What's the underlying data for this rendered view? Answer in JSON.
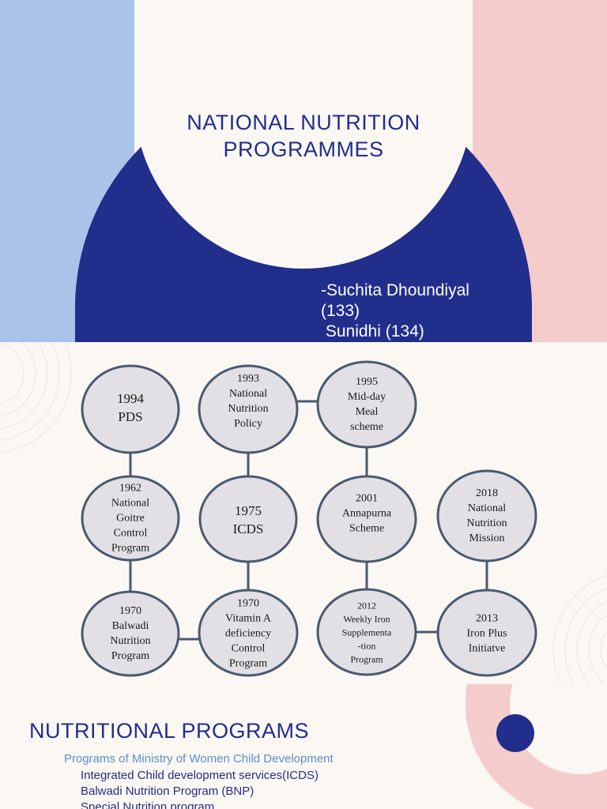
{
  "slide1": {
    "title_line1": "NATIONAL NUTRITION",
    "title_line2": "PROGRAMMES",
    "author_line1": "-Suchita Dhoundiyal",
    "author_line2": "(133)",
    "author_line3": " Sunidhi (134)"
  },
  "timeline": {
    "nodes": {
      "n1994": "1994\nPDS",
      "n1993": "1993\nNational\nNutrition\nPolicy",
      "n1995": "1995\nMid-day\nMeal\nscheme",
      "n1962": "1962\nNational\nGoitre\nControl\nProgram",
      "n1975": "1975\nICDS",
      "n2001": "2001\nAnnapurna\nScheme",
      "n2018": "2018\nNational\nNutrition\nMission",
      "n1970a": "1970\nBalwadi\nNutrition\nProgram",
      "n1970b": "1970\nVitamin A\ndeficiency\nControl\nProgram",
      "n2012": "2012\nWeekly Iron\nSupplementa\n-tion\nProgram",
      "n2013": "2013\nIron Plus\nInitiatve"
    }
  },
  "slide3": {
    "title": "NUTRITIONAL PROGRAMS",
    "subtitle": "Programs of Ministry of Women Child Development",
    "items": [
      "Integrated Child development services(ICDS)",
      "Balwadi Nutrition Program (BNP)",
      "Special Nutrition program"
    ]
  }
}
